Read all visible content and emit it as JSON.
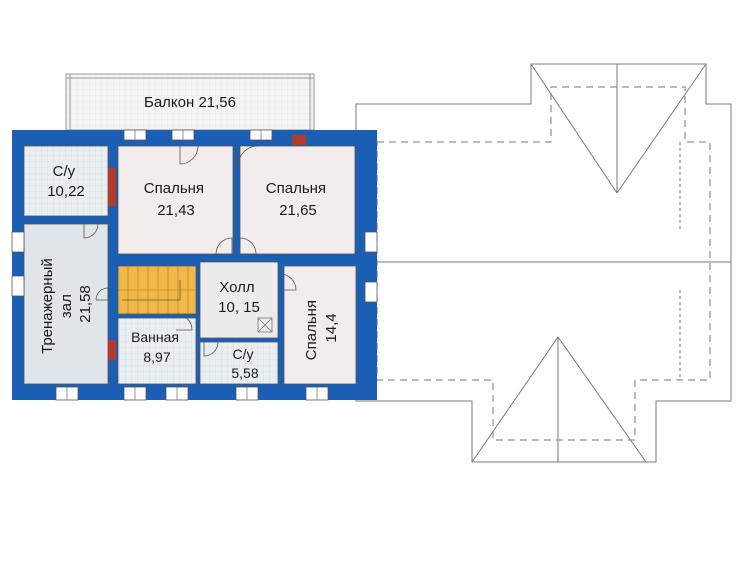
{
  "rooms": {
    "balcony": {
      "name": "Балкон",
      "area": "21,56"
    },
    "wc1": {
      "name": "С/у",
      "area": "10,22"
    },
    "bedroom1": {
      "name": "Спальня",
      "area": "21,43"
    },
    "bedroom2": {
      "name": "Спальня",
      "area": "21,65"
    },
    "gym": {
      "name1": "Тренажерный",
      "name2": "зал",
      "area": "21,58"
    },
    "hall": {
      "name": "Холл",
      "area": "10, 15"
    },
    "bathroom": {
      "name": "Ванная",
      "area": "8,97"
    },
    "wc2": {
      "name": "С/у",
      "area": "5,58"
    },
    "bedroom3": {
      "name": "Спальня",
      "area": "14,4"
    }
  },
  "colors": {
    "wall": "#1a5fb4",
    "room_cool": "#dfe5e8",
    "room_warm": "#f3ecec",
    "room_hall": "#ececec",
    "stairs": "#f0b84a",
    "roof_line": "#7a7a7a",
    "balcony": "#f2f2f2"
  }
}
